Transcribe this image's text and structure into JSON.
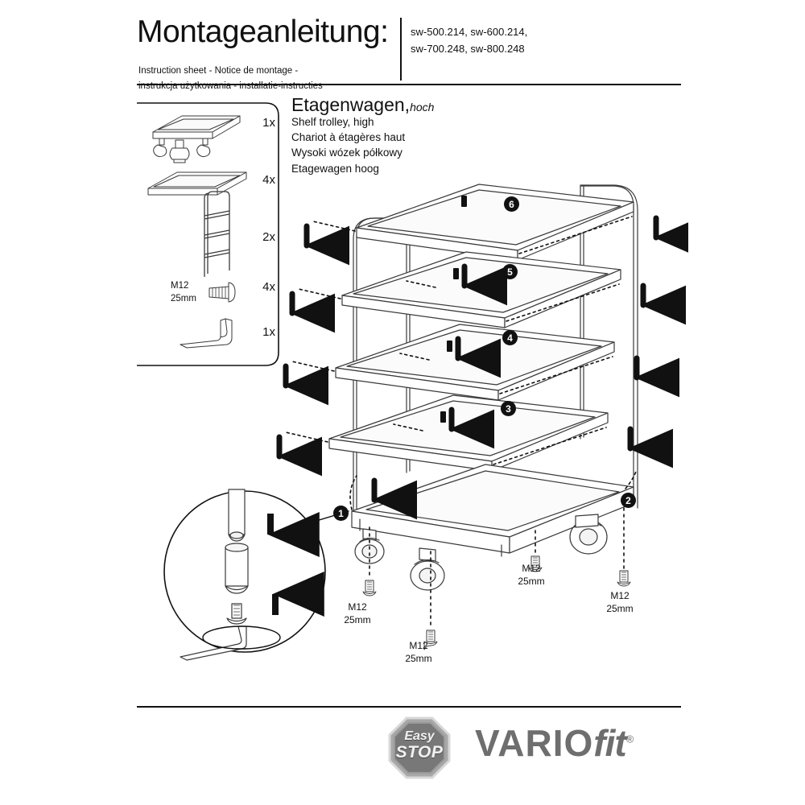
{
  "header": {
    "title": "Montageanleitung:",
    "subtitle_line1": "Instruction sheet - Notice de montage  -",
    "subtitle_line2": "instrukcja użytkowania - installatie-instructies",
    "article_numbers_line1": "sw-500.214, sw-600.214,",
    "article_numbers_line2": "sw-700.248, sw-800.248"
  },
  "product": {
    "name": "Etagenwagen,",
    "name_suffix": "hoch",
    "translations": [
      "Shelf trolley, high",
      "Chariot à étagères haut",
      "Wysoki wózek półkowy",
      "Etagewagen hoog"
    ]
  },
  "parts_list": {
    "items": [
      {
        "icon": "base-platform-with-casters-icon",
        "quantity": "1x",
        "label": ""
      },
      {
        "icon": "shelf-tray-icon",
        "quantity": "4x",
        "label": ""
      },
      {
        "icon": "ladder-frame-icon",
        "quantity": "2x",
        "label": ""
      },
      {
        "icon": "bolt-icon",
        "quantity": "4x",
        "label_line1": "M12",
        "label_line2": "25mm"
      },
      {
        "icon": "allen-key-icon",
        "quantity": "1x",
        "label": ""
      }
    ]
  },
  "assembly": {
    "callouts": [
      {
        "id": "1",
        "number": "1"
      },
      {
        "id": "2",
        "number": "2"
      },
      {
        "id": "3",
        "number": "3"
      },
      {
        "id": "4",
        "number": "4"
      },
      {
        "id": "5",
        "number": "5"
      },
      {
        "id": "6",
        "number": "6"
      }
    ],
    "bolt_labels": [
      {
        "line1": "M12",
        "line2": "25mm"
      },
      {
        "line1": "M12",
        "line2": "25mm"
      },
      {
        "line1": "M12",
        "line2": "25mm"
      },
      {
        "line1": "M12",
        "line2": "25mm"
      }
    ]
  },
  "footer": {
    "badge_line1": "Easy",
    "badge_line2": "STOP",
    "brand_main": "VARIO",
    "brand_italic": "fit",
    "brand_registered": "®"
  },
  "colors": {
    "ink": "#111111",
    "line": "#3a3a3a",
    "brand_gray": "#6e6e6e",
    "badge_gray": "#8a8a8a"
  }
}
